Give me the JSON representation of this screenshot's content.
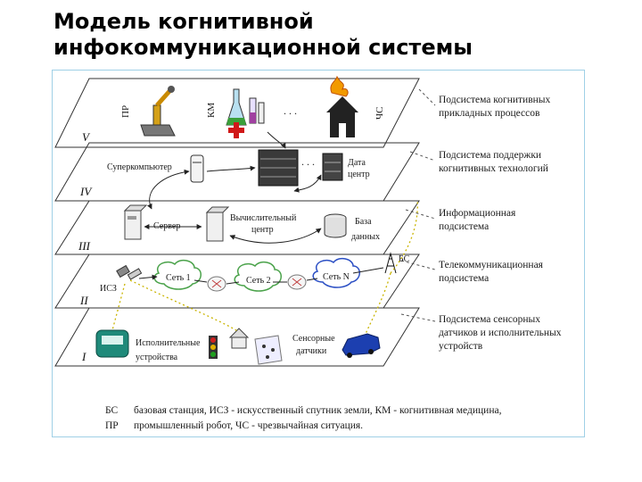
{
  "title": {
    "line1": "Модель когнитивной",
    "line2": "инфокоммуникационной системы"
  },
  "layers": [
    {
      "roman": "V",
      "subsystem": [
        "Подсистема когнитивных",
        "прикладных процессов"
      ]
    },
    {
      "roman": "IV",
      "subsystem": [
        "Подсистема поддержки",
        "когнитивных технологий"
      ]
    },
    {
      "roman": "III",
      "subsystem": [
        "Информационная",
        "подсистема"
      ]
    },
    {
      "roman": "II",
      "subsystem": [
        "Телекоммуникационная",
        "подсистема"
      ]
    },
    {
      "roman": "I",
      "subsystem": [
        "Подсистема сенсорных",
        "датчиков и исполнительных",
        "устройств"
      ]
    }
  ],
  "labels": {
    "pr": "ПР",
    "km": "КМ",
    "chs": "ЧС",
    "dots": ". . .",
    "supercomputer": "Суперкомпьютер",
    "datacenter": [
      "Дата",
      "центр"
    ],
    "server": "Сервер",
    "compcenter": [
      "Вычислительный",
      "центр"
    ],
    "database": [
      "База",
      "данных"
    ],
    "isz": "ИСЗ",
    "net1": "Сеть 1",
    "net2": "Сеть 2",
    "netn": "Сеть N",
    "bs": "БС",
    "actuators": [
      "Исполнительные",
      "устройства"
    ],
    "sensors": [
      "Сенсорные",
      "датчики"
    ]
  },
  "legend": {
    "row1_abbr": "БС",
    "row1_text": "базовая станция, ИСЗ - искусственный спутник земли, КМ - когнитивная медицина,",
    "row2_abbr": "ПР",
    "row2_text": "промышленный робот, ЧС - чрезвычайная ситуация."
  }
}
